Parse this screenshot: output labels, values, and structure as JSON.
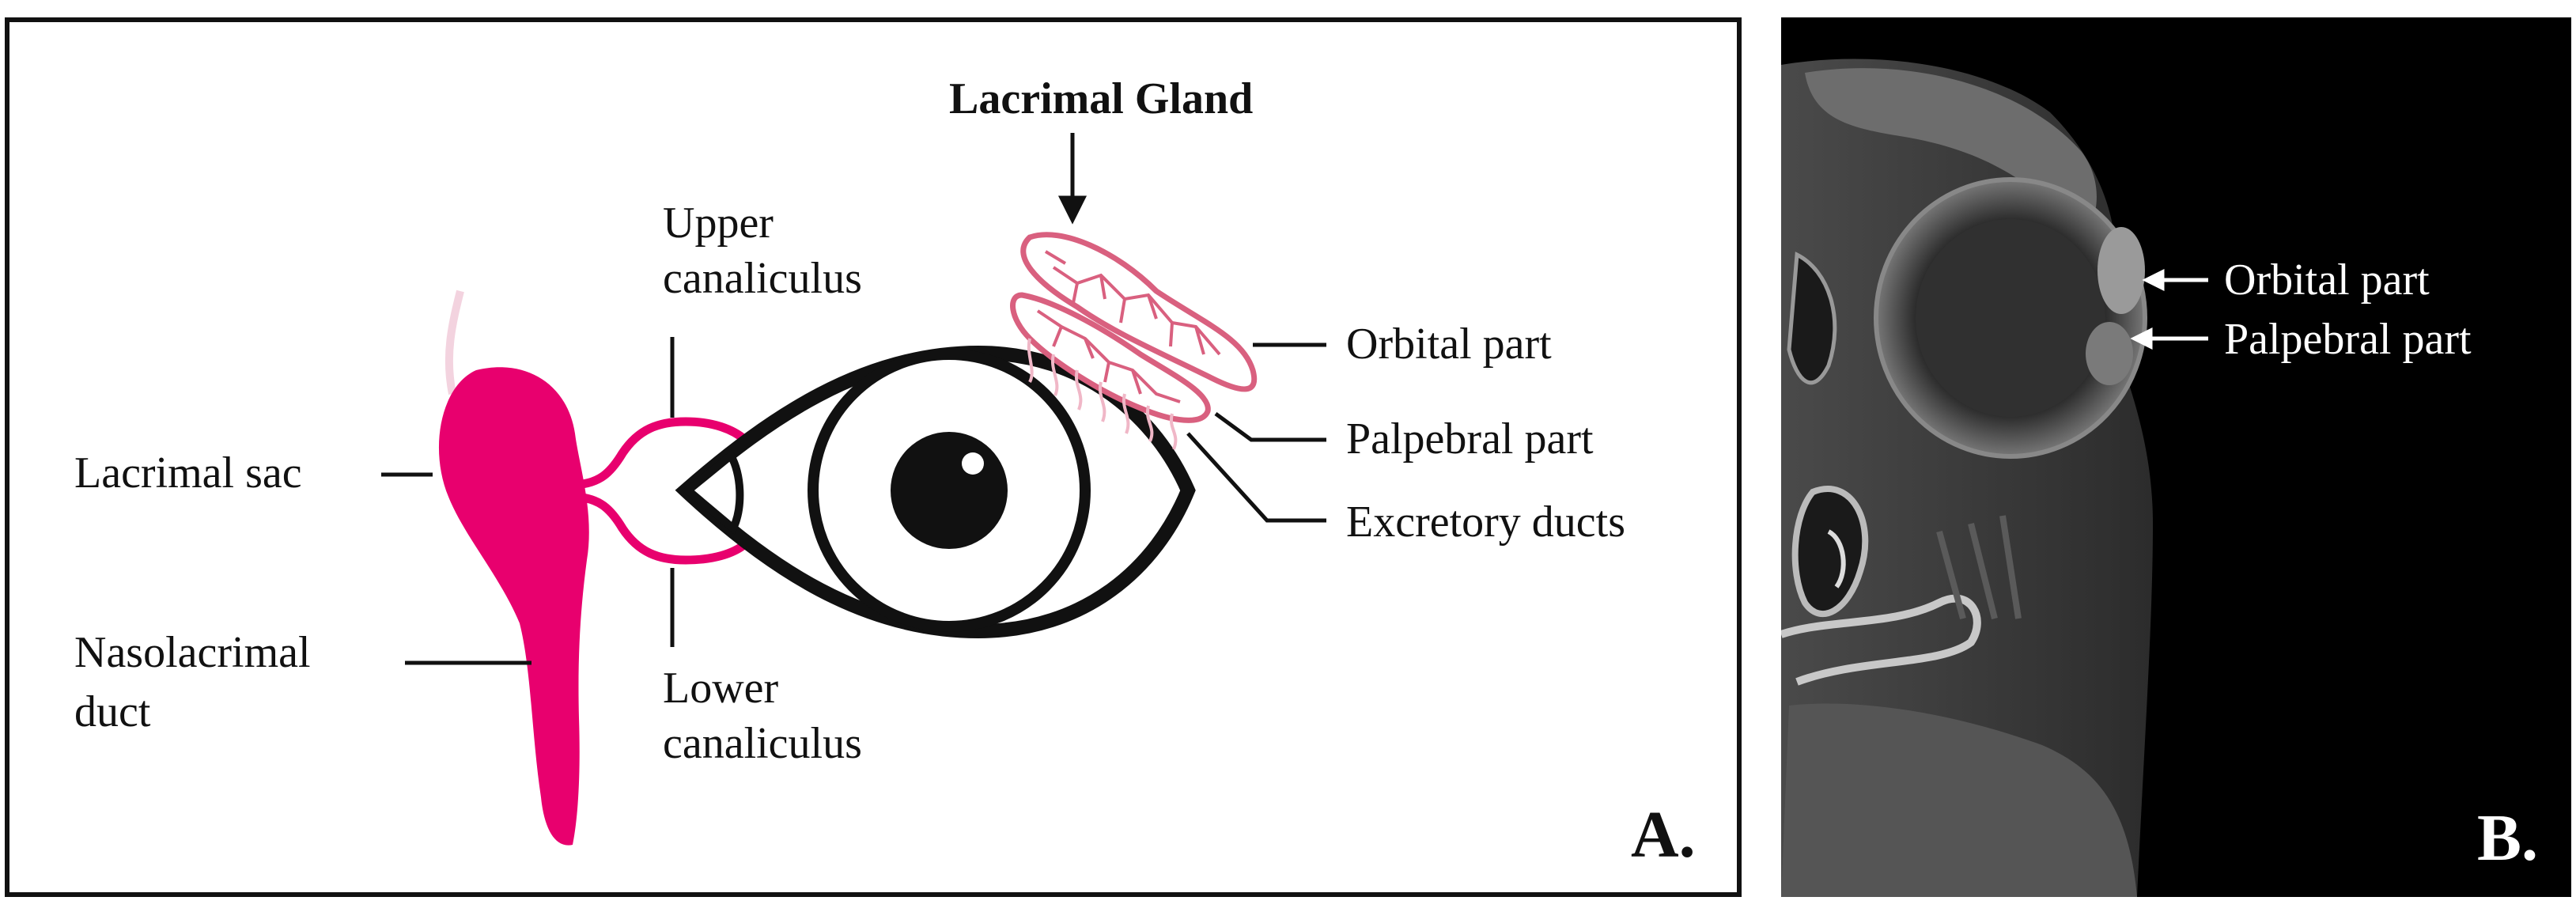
{
  "panel_a": {
    "letter": "A.",
    "labels": {
      "lacrimal_gland": "Lacrimal Gland",
      "upper_canaliculus_1": "Upper",
      "upper_canaliculus_2": "canaliculus",
      "lower_canaliculus_1": "Lower",
      "lower_canaliculus_2": "canaliculus",
      "lacrimal_sac": "Lacrimal sac",
      "nasolacrimal_1": "Nasolacrimal",
      "nasolacrimal_2": "duct",
      "orbital_part": "Orbital part",
      "palpebral_part": "Palpebral part",
      "excretory_ducts": "Excretory ducts"
    }
  },
  "panel_b": {
    "letter": "B.",
    "labels": {
      "orbital_part": "Orbital part",
      "palpebral_part": "Palpebral part"
    }
  },
  "colors": {
    "duct_magenta": "#e8006e",
    "gland_pink": "#d9607f",
    "outline": "#111111"
  }
}
